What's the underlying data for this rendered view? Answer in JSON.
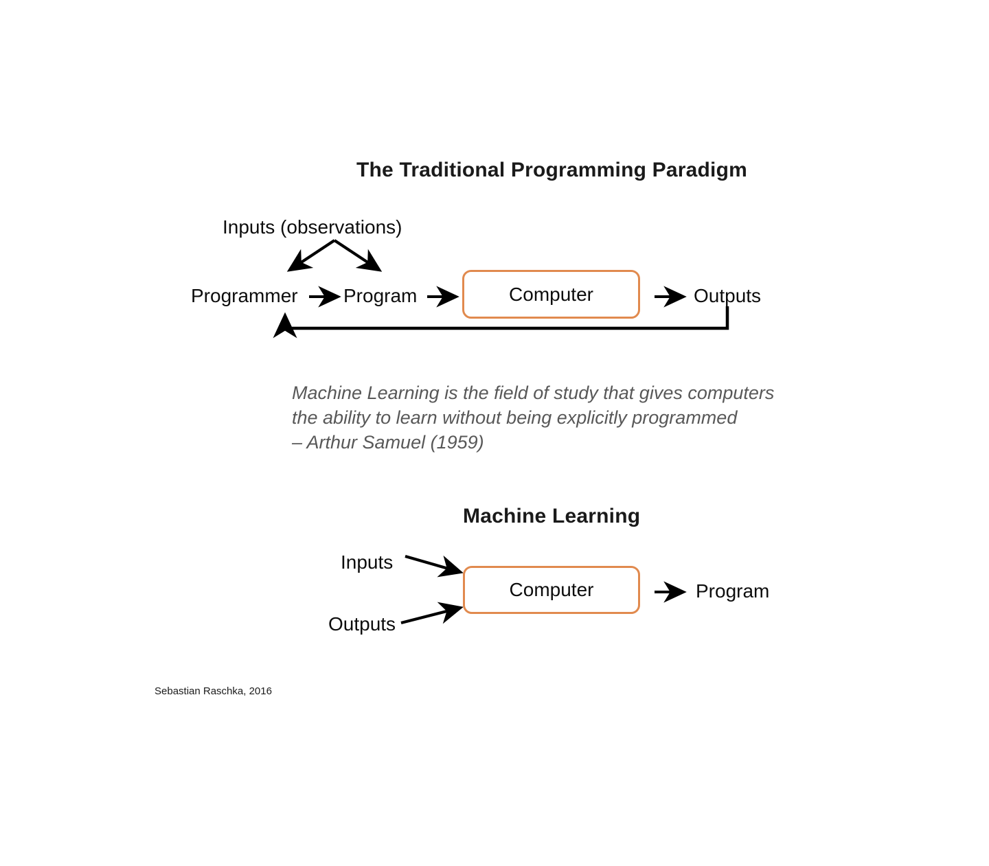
{
  "slide": {
    "background_color": "#ffffff",
    "accent_color": "#E18A4E",
    "text_color": "#0d0d0d",
    "quote_color": "#585858"
  },
  "traditional": {
    "title": "The Traditional Programming Paradigm",
    "inputs_label": "Inputs (observations)",
    "programmer_label": "Programmer",
    "program_label": "Program",
    "computer_label": "Computer",
    "outputs_label": "Outputs"
  },
  "quote": {
    "line1": "Machine Learning is the field of study that gives computers",
    "line2": "the ability to learn without being explicitly programmed",
    "line3": "– Arthur Samuel (1959)"
  },
  "machine_learning": {
    "title": "Machine Learning",
    "inputs_label": "Inputs",
    "outputs_label": "Outputs",
    "computer_label": "Computer",
    "program_label": "Program"
  },
  "footer": {
    "credit": "Sebastian Raschka, 2016"
  }
}
